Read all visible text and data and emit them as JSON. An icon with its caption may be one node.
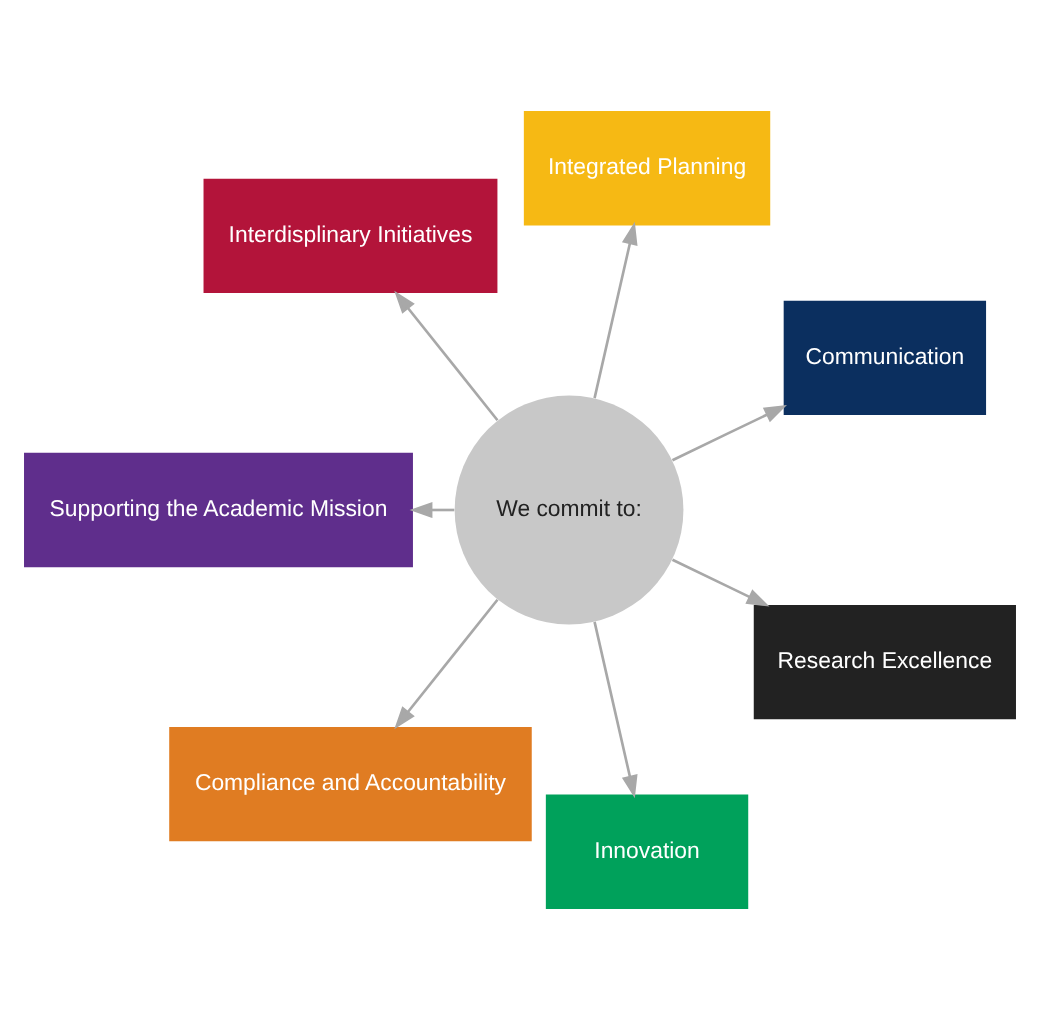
{
  "diagram": {
    "nodes": [
      {
        "text": [
          "We commit to:"
        ]
      },
      {
        "text": [
          "Communication"
        ]
      },
      {
        "text": [
          "Integrated Planning"
        ]
      },
      {
        "text": [
          "Interdisplinary Initiatives"
        ]
      },
      {
        "text": [
          "Supporting the Academic Mission"
        ]
      },
      {
        "text": [
          "Compliance and Accountability"
        ]
      },
      {
        "text": [
          "Innovation"
        ]
      },
      {
        "text": [
          "Research Excellence"
        ]
      }
    ],
    "edges": [
      {
        "from": 0,
        "to": 1,
        "arrow": "to"
      },
      {
        "from": 0,
        "to": 2,
        "arrow": "to"
      },
      {
        "from": 0,
        "to": 3,
        "arrow": "to"
      },
      {
        "from": 0,
        "to": 4,
        "arrow": "to"
      },
      {
        "from": 0,
        "to": 5,
        "arrow": "to"
      },
      {
        "from": 0,
        "to": 6,
        "arrow": "to"
      },
      {
        "from": 0,
        "to": 7,
        "arrow": "to"
      }
    ]
  }
}
